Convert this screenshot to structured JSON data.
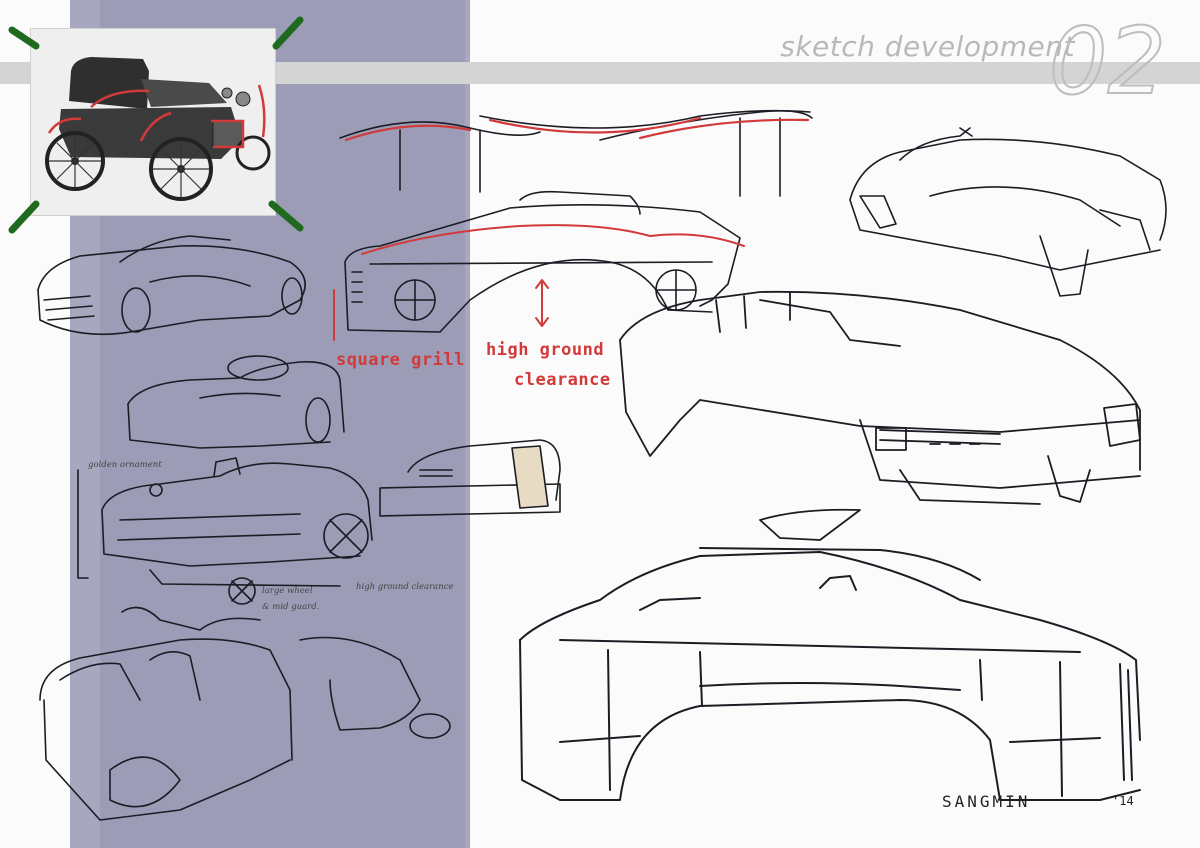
{
  "header": {
    "title": "sketch development",
    "number": "02"
  },
  "annotations": {
    "square_grill": "square grill",
    "high_ground": "high ground",
    "clearance": "clearance",
    "golden_ornament": "golden ornament",
    "large_wheel": "large wheel",
    "mid_guard": "& mid guard.",
    "high_ground_clearance": "high ground clearance"
  },
  "signature": {
    "name": "SANGMIN",
    "year": "'14"
  },
  "colors": {
    "band": "#a7a7bf",
    "accent_red": "#d23a3a",
    "frame_green": "#1f6a1f"
  }
}
